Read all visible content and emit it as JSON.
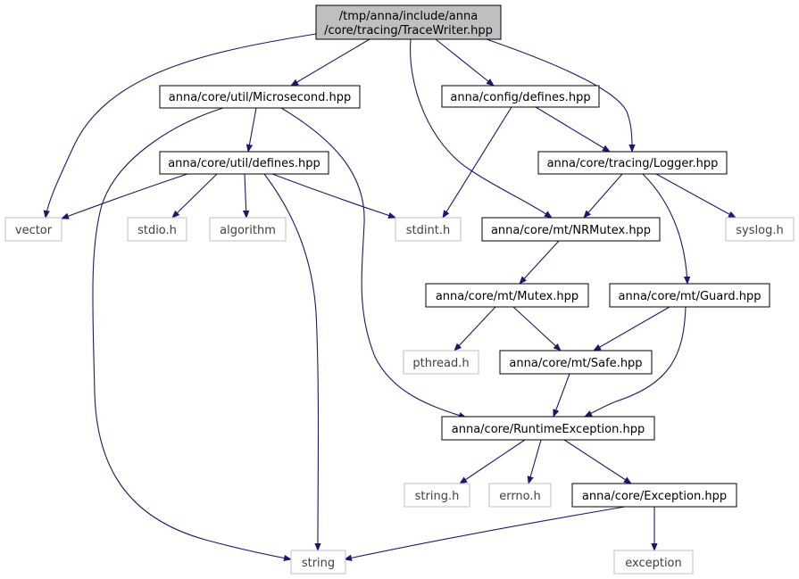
{
  "nodes": {
    "tracewriter": {
      "line1": "/tmp/anna/include/anna",
      "line2": "/core/tracing/TraceWriter.hpp"
    },
    "microsecond": {
      "label": "anna/core/util/Microsecond.hpp"
    },
    "config_defines": {
      "label": "anna/config/defines.hpp"
    },
    "util_defines": {
      "label": "anna/core/util/defines.hpp"
    },
    "logger": {
      "label": "anna/core/tracing/Logger.hpp"
    },
    "vector": {
      "label": "vector"
    },
    "stdio": {
      "label": "stdio.h"
    },
    "algorithm": {
      "label": "algorithm"
    },
    "stdint": {
      "label": "stdint.h"
    },
    "nrmutex": {
      "label": "anna/core/mt/NRMutex.hpp"
    },
    "syslog": {
      "label": "syslog.h"
    },
    "mutex": {
      "label": "anna/core/mt/Mutex.hpp"
    },
    "guard": {
      "label": "anna/core/mt/Guard.hpp"
    },
    "pthread": {
      "label": "pthread.h"
    },
    "safe": {
      "label": "anna/core/mt/Safe.hpp"
    },
    "runtime_exception": {
      "label": "anna/core/RuntimeException.hpp"
    },
    "string_h": {
      "label": "string.h"
    },
    "errno": {
      "label": "errno.h"
    },
    "exception_hpp": {
      "label": "anna/core/Exception.hpp"
    },
    "string": {
      "label": "string"
    },
    "exception": {
      "label": "exception"
    }
  },
  "colors": {
    "edge": "#191970",
    "main_fill": "#bfbfbf",
    "system_border": "#bfbfbf",
    "project_border": "#000000"
  }
}
